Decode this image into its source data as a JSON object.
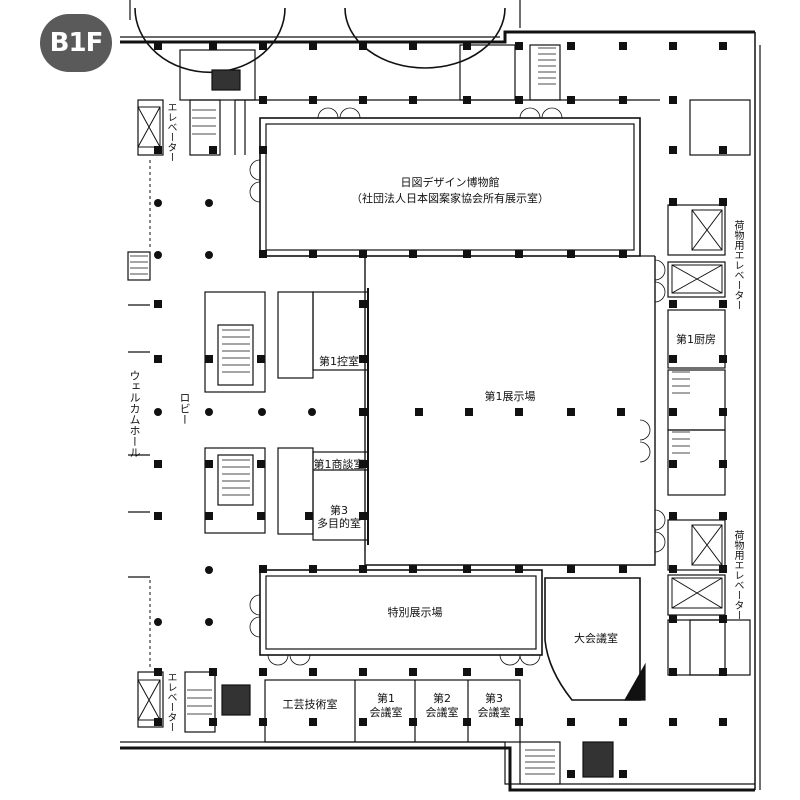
{
  "floor_badge": "B1F",
  "rooms": {
    "museum": "日図デザイン博物館",
    "museum_sub": "（社団法人日本図案家協会所有展示室）",
    "hall1": "第1展示場",
    "special_hall": "特別展示場",
    "big_conf": "大会議室",
    "kitchen": "第1厨房",
    "waiting1": "第1控室",
    "meeting1": "第1商談室",
    "multi3_l1": "第3",
    "multi3_l2": "多目的室",
    "craft": "工芸技術室",
    "conf1_l1": "第1",
    "conf1_l2": "会議室",
    "conf2_l1": "第2",
    "conf2_l2": "会議室",
    "conf3_l1": "第3",
    "conf3_l2": "会議室"
  },
  "vertical_labels": {
    "elevator_top": "エレベーター",
    "elevator_bottom": "エレベーター",
    "cargo_top": "荷物用エレベーター",
    "cargo_bottom": "荷物用エレベーター",
    "welcome_hall": "ウェルカムホール",
    "lobby": "ロビー"
  },
  "colors": {
    "wall": "#111111",
    "badge": "#5a5a5a",
    "background": "#ffffff"
  }
}
